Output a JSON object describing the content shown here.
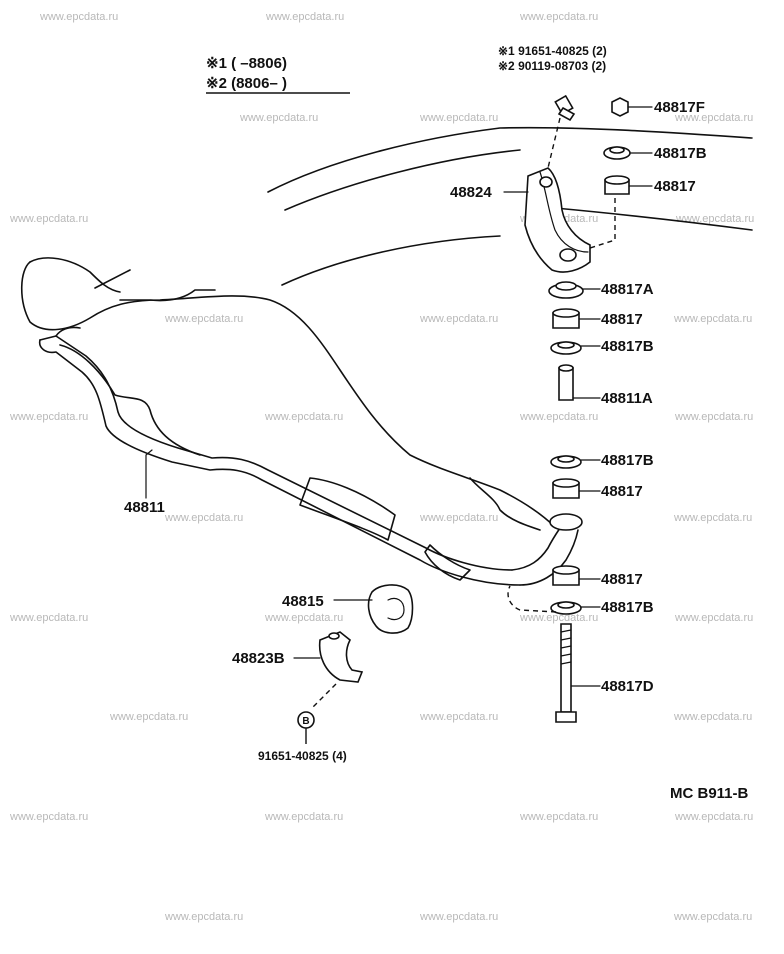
{
  "watermark": "www.epcdata.ru",
  "legend": {
    "line1": "※1 (      –8806)",
    "line2": "※2 (8806–       )"
  },
  "bolt_refs": {
    "ref1": "※1 91651-40825 (2)",
    "ref2": "※2 90119-08703 (2)"
  },
  "parts": {
    "p48817F": "48817F",
    "p48817B_top": "48817B",
    "p48817_top": "48817",
    "p48824": "48824",
    "p48817A": "48817A",
    "p48817_2": "48817",
    "p48817B_2": "48817B",
    "p48811A": "48811A",
    "p48811": "48811",
    "p48817B_3": "48817B",
    "p48817_3": "48817",
    "p48815": "48815",
    "p48817_4": "48817",
    "p48817B_4": "48817B",
    "p48823B": "48823B",
    "p48817D": "48817D",
    "bottom_bolt": "91651-40825 (4)",
    "bolt_marker": "B"
  },
  "diagram_code": "MC  B911-B"
}
